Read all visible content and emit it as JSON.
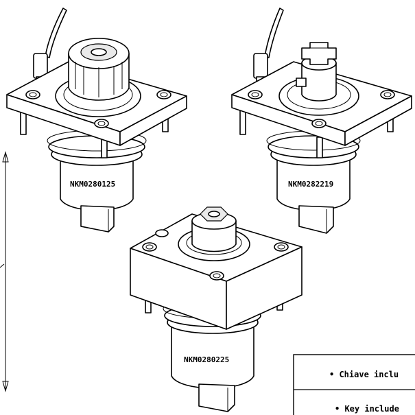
{
  "products": [
    {
      "code": "NKM0280125",
      "type": "straight-collet-holder"
    },
    {
      "code": "NKM0282219",
      "type": "arbor-with-drive-key"
    },
    {
      "code": "NKM0280225",
      "type": "large-body-collet-holder"
    }
  ],
  "notes": {
    "line1": "• Chiave inclu",
    "line2": "• Key include"
  }
}
